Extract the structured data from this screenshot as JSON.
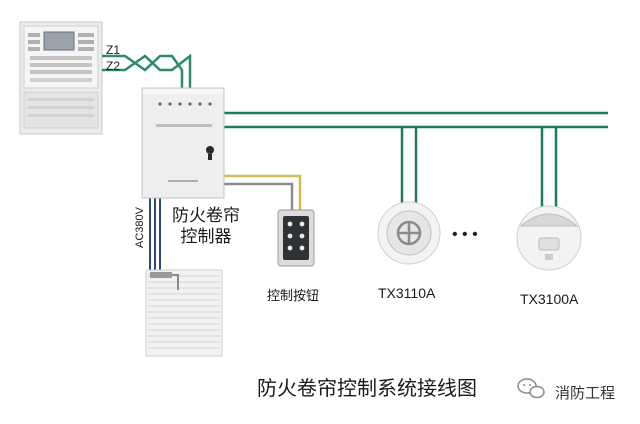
{
  "wires": {
    "zone1": "Z1",
    "zone2": "Z2"
  },
  "controller": {
    "label_line1": "防火卷帘",
    "label_line2": "控制器"
  },
  "power_label": "AC380V",
  "button_box": {
    "label": "控制按钮"
  },
  "detectors": [
    {
      "model": "TX3110A"
    },
    {
      "model": "TX3100A"
    }
  ],
  "ellipsis": "• • •",
  "title": "防火卷帘控制系统接线图",
  "watermark": {
    "text": "消防工程"
  },
  "colors": {
    "bus_line": "#1f7a5a",
    "zone_line": "#2e8a6a",
    "signal_yellow": "#d7b95a",
    "signal_gray": "#8c8c8c",
    "power_line": "#2b4a7a"
  }
}
